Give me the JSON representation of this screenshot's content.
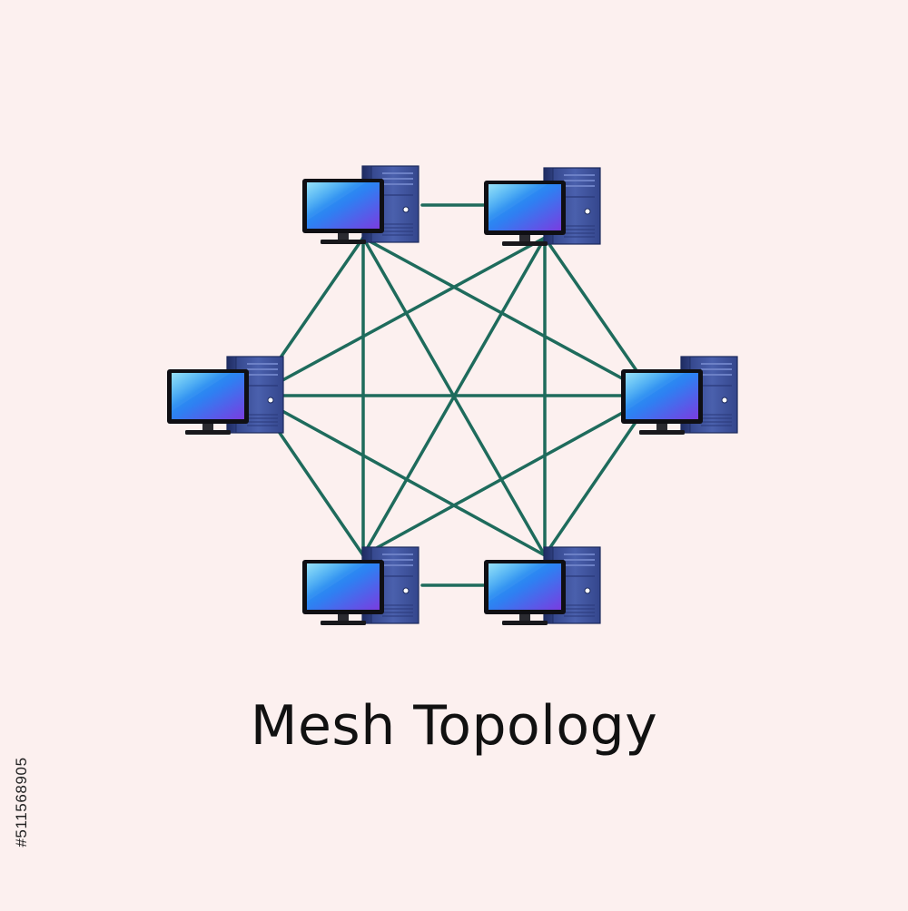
{
  "diagram": {
    "title": "Mesh Topology",
    "nodes": [
      {
        "id": "node-top-left",
        "label": "computer"
      },
      {
        "id": "node-top-right",
        "label": "computer"
      },
      {
        "id": "node-middle-left",
        "label": "computer"
      },
      {
        "id": "node-middle-right",
        "label": "computer"
      },
      {
        "id": "node-bottom-left",
        "label": "computer"
      },
      {
        "id": "node-bottom-right",
        "label": "computer"
      }
    ],
    "edges": [
      [
        "node-top-left",
        "node-top-right"
      ],
      [
        "node-top-left",
        "node-middle-left"
      ],
      [
        "node-top-left",
        "node-middle-right"
      ],
      [
        "node-top-left",
        "node-bottom-left"
      ],
      [
        "node-top-left",
        "node-bottom-right"
      ],
      [
        "node-top-right",
        "node-middle-left"
      ],
      [
        "node-top-right",
        "node-middle-right"
      ],
      [
        "node-top-right",
        "node-bottom-left"
      ],
      [
        "node-top-right",
        "node-bottom-right"
      ],
      [
        "node-middle-left",
        "node-middle-right"
      ],
      [
        "node-middle-left",
        "node-bottom-left"
      ],
      [
        "node-middle-left",
        "node-bottom-right"
      ],
      [
        "node-middle-right",
        "node-bottom-left"
      ],
      [
        "node-middle-right",
        "node-bottom-right"
      ],
      [
        "node-bottom-left",
        "node-bottom-right"
      ]
    ],
    "icon": "desktop-computer-icon",
    "colors": {
      "background": "#fcf0ef",
      "link": "#1e6b5c",
      "screen_top": "#1ab8f0",
      "screen_bottom": "#7a3ce0",
      "tower": "#3b4f9a"
    }
  },
  "watermark": {
    "stock_id": "#511568905"
  }
}
